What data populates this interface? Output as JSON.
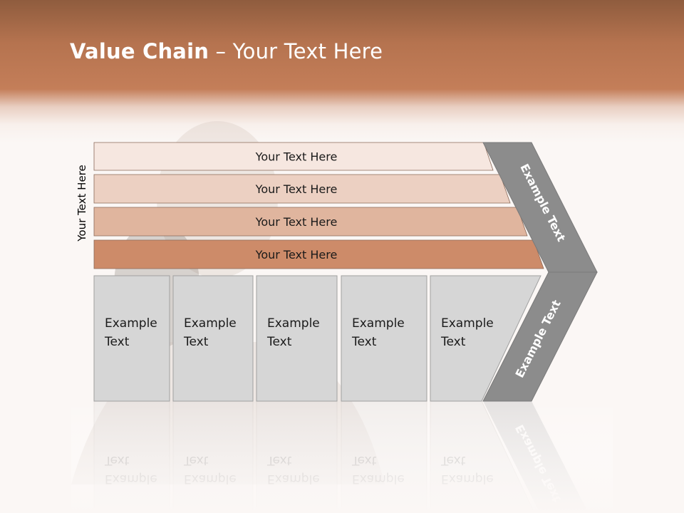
{
  "slide": {
    "title_bold": "Value Chain",
    "title_rest": " – Your Text Here",
    "side_label": "Your Text Here"
  },
  "bands": [
    {
      "label": "Your Text Here",
      "color": "#f6e7e0"
    },
    {
      "label": "Your Text Here",
      "color": "#ecd0c2"
    },
    {
      "label": "Your Text Here",
      "color": "#e0b59e"
    },
    {
      "label": "Your Text Here",
      "color": "#cd8b69"
    }
  ],
  "columns": [
    {
      "line1": "Example",
      "line2": "Text"
    },
    {
      "line1": "Example",
      "line2": "Text"
    },
    {
      "line1": "Example",
      "line2": "Text"
    },
    {
      "line1": "Example",
      "line2": "Text"
    },
    {
      "line1": "Example",
      "line2": "Text"
    }
  ],
  "arrow": {
    "upper_label": "Example Text",
    "lower_label": "Example Text",
    "color": "#8c8c8c"
  },
  "colors": {
    "header": "#b5734f",
    "column_fill": "#d6d6d6",
    "column_border": "#a0a0a0"
  }
}
